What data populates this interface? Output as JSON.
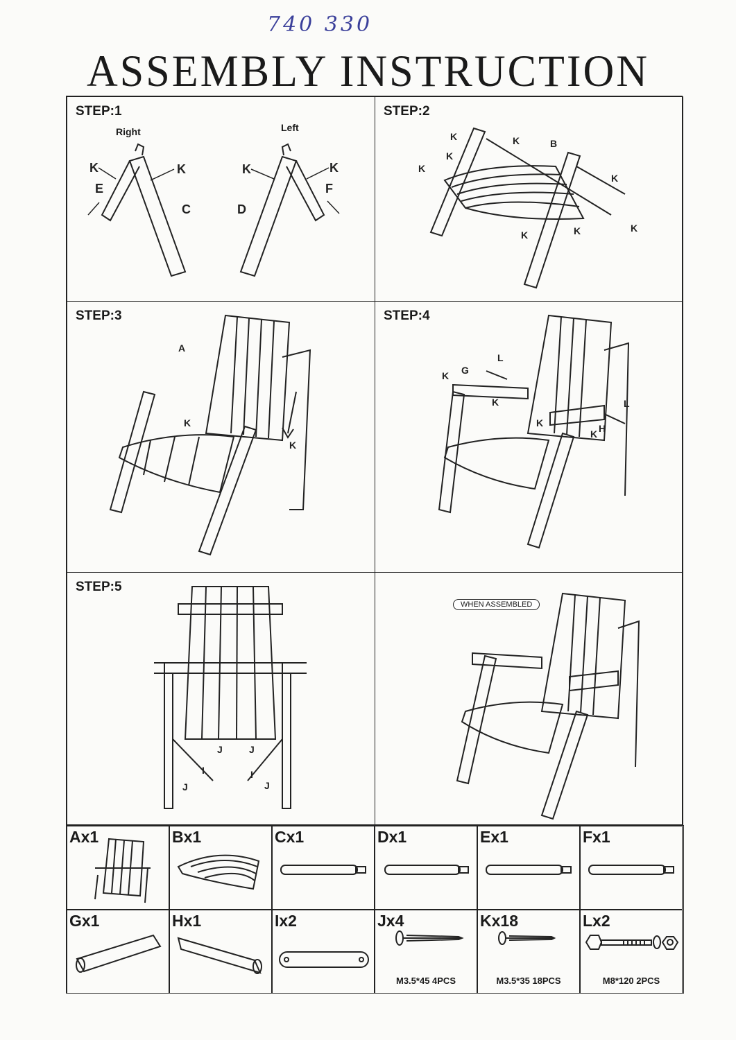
{
  "handwritten_note": "740 330",
  "title": "ASSEMBLY INSTRUCTION",
  "steps": {
    "s1": {
      "label": "STEP:1",
      "right": "Right",
      "left": "Left"
    },
    "s2": {
      "label": "STEP:2"
    },
    "s3": {
      "label": "STEP:3"
    },
    "s4": {
      "label": "STEP:4"
    },
    "s5": {
      "label": "STEP:5"
    },
    "s6": {
      "badge": "WHEN ASSEMBLED"
    }
  },
  "parts": [
    {
      "label": "Ax1"
    },
    {
      "label": "Bx1"
    },
    {
      "label": "Cx1"
    },
    {
      "label": "Dx1"
    },
    {
      "label": "Ex1"
    },
    {
      "label": "Fx1"
    },
    {
      "label": "Gx1"
    },
    {
      "label": "Hx1"
    },
    {
      "label": "Ix2"
    },
    {
      "label": "Jx4",
      "spec": "M3.5*45 4PCS"
    },
    {
      "label": "Kx18",
      "spec": "M3.5*35 18PCS"
    },
    {
      "label": "Lx2",
      "spec": "M8*120 2PCS"
    }
  ]
}
